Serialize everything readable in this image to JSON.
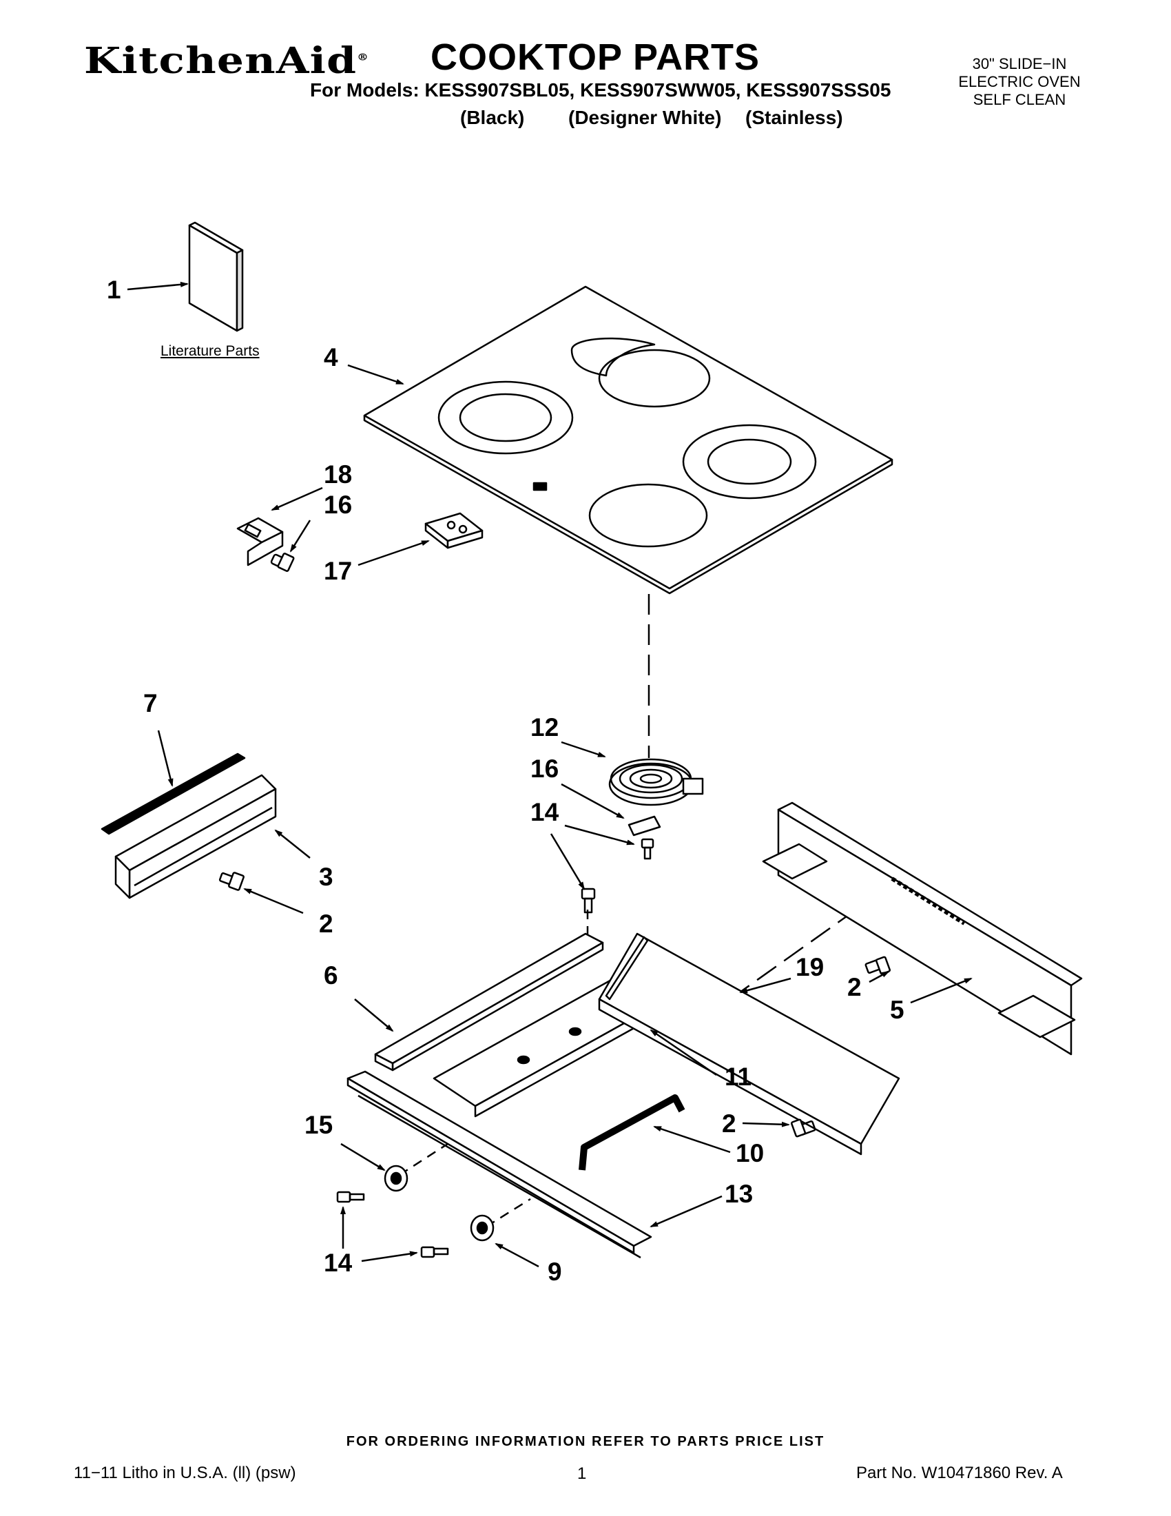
{
  "header": {
    "brand": "KitchenAid",
    "brand_mark": "®",
    "title": "COOKTOP PARTS",
    "models_line": "For Models: KESS907SBL05, KESS907SWW05, KESS907SSS05",
    "variants": [
      "(Black)",
      "(Designer White)",
      "(Stainless)"
    ],
    "corner_lines": [
      "30\" SLIDE−IN",
      "ELECTRIC OVEN",
      "SELF CLEAN"
    ]
  },
  "diagram": {
    "literature_label": "Literature Parts",
    "callouts": [
      "1",
      "4",
      "18",
      "16",
      "17",
      "7",
      "12",
      "16",
      "14",
      "3",
      "2",
      "14",
      "6",
      "19",
      "2",
      "5",
      "11",
      "2",
      "10",
      "15",
      "13",
      "14",
      "9"
    ]
  },
  "footer": {
    "ordering_note": "FOR ORDERING INFORMATION REFER TO PARTS PRICE LIST",
    "litho": "11−11 Litho in U.S.A. (ll) (psw)",
    "page_number": "1",
    "part_number": "Part No. W10471860 Rev. A"
  }
}
